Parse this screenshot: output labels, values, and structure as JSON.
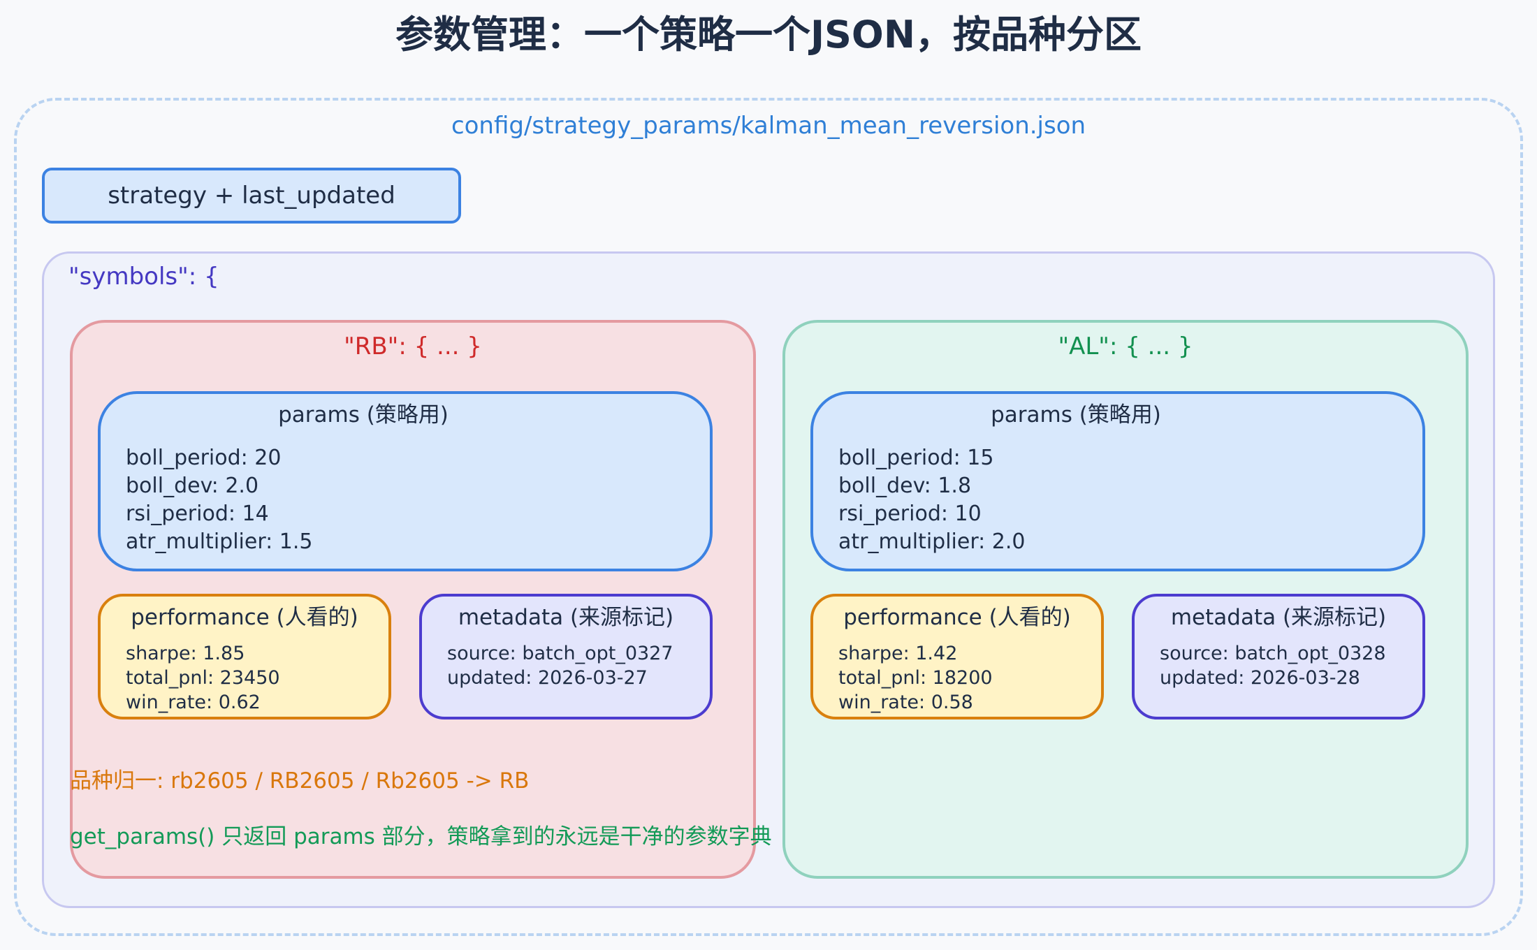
{
  "title": "参数管理：一个策略一个JSON，按品种分区",
  "file_path": "config/strategy_params/kalman_mean_reversion.json",
  "top_box_label": "strategy + last_updated",
  "symbols_label": "\"symbols\": {",
  "symbols": [
    {
      "title": "\"RB\": { ... }",
      "params_heading": "params (策略用)",
      "params": [
        "boll_period: 20",
        "boll_dev: 2.0",
        "rsi_period: 14",
        "atr_multiplier: 1.5"
      ],
      "performance_heading": "performance (人看的)",
      "performance": [
        "sharpe: 1.85",
        "total_pnl: 23450",
        "win_rate: 0.62"
      ],
      "metadata_heading": "metadata (来源标记)",
      "metadata": [
        "source: batch_opt_0327",
        "updated: 2026-03-27"
      ]
    },
    {
      "title": "\"AL\": { ... }",
      "params_heading": "params (策略用)",
      "params": [
        "boll_period: 15",
        "boll_dev: 1.8",
        "rsi_period: 10",
        "atr_multiplier: 2.0"
      ],
      "performance_heading": "performance (人看的)",
      "performance": [
        "sharpe: 1.42",
        "total_pnl: 18200",
        "win_rate: 0.58"
      ],
      "metadata_heading": "metadata (来源标记)",
      "metadata": [
        "source: batch_opt_0328",
        "updated: 2026-03-28"
      ]
    }
  ],
  "notes": {
    "normalize": "品种归一: rb2605 / RB2605 / Rb2605 -> RB",
    "get_params": "get_params() 只返回 params 部分，策略拿到的永远是干净的参数字典"
  },
  "colors": {
    "title": "#1f2d45",
    "file_path": "#2f7fd6",
    "rb": "#cf2a2a",
    "al": "#12904f",
    "normalize_note": "#d9770b",
    "get_params_note": "#139a57"
  }
}
